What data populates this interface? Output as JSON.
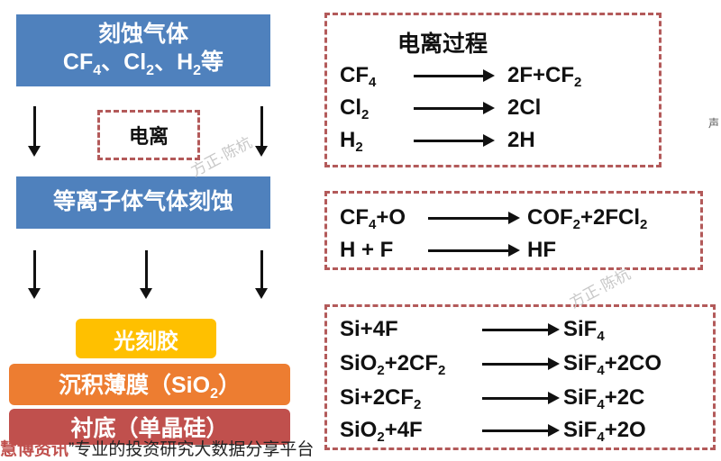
{
  "left": {
    "etch_gas": {
      "line1": "刻蚀气体",
      "line2_parts": [
        "CF",
        "4",
        "、Cl",
        "2",
        "、H",
        "2",
        "等"
      ]
    },
    "ionize_label": "电离",
    "plasma_etch": "等离子体气体刻蚀",
    "photoresist": "光刻胶",
    "film_parts": [
      "沉积薄膜（SiO",
      "2",
      "）"
    ],
    "substrate": "衬底（单晶硅）"
  },
  "panel1": {
    "title": "电离过程",
    "rows": [
      {
        "lhs": [
          "CF",
          "4"
        ],
        "rhs": [
          "2F+CF",
          "2"
        ]
      },
      {
        "lhs": [
          "Cl",
          "2"
        ],
        "rhs": [
          "2Cl"
        ]
      },
      {
        "lhs": [
          "H",
          "2"
        ],
        "rhs": [
          "2H"
        ]
      }
    ]
  },
  "panel2": {
    "rows": [
      {
        "lhs": [
          "CF",
          "4",
          "+O"
        ],
        "rhs": [
          "COF",
          "2",
          "+2FCl",
          "2"
        ]
      },
      {
        "lhs": [
          "H + F"
        ],
        "rhs": [
          "HF"
        ]
      }
    ]
  },
  "panel3": {
    "rows": [
      {
        "lhs": [
          "Si+4F"
        ],
        "rhs": [
          "SiF",
          "4"
        ]
      },
      {
        "lhs": [
          "SiO",
          "2",
          "+2CF",
          "2"
        ],
        "rhs": [
          "SiF",
          "4",
          "+2CO"
        ]
      },
      {
        "lhs": [
          "Si+2CF",
          "2"
        ],
        "rhs": [
          "SiF",
          "4",
          "+2C"
        ]
      },
      {
        "lhs": [
          "SiO",
          "2",
          "+4F"
        ],
        "rhs": [
          "SiF",
          "4",
          "+2O"
        ]
      }
    ]
  },
  "watermarks": [
    "方正·陈杭",
    "方正·陈杭"
  ],
  "footer": {
    "brand": "慧博资讯",
    "rest": "”专业的投资研究大数据分享平台"
  },
  "edge_fragment": "声"
}
